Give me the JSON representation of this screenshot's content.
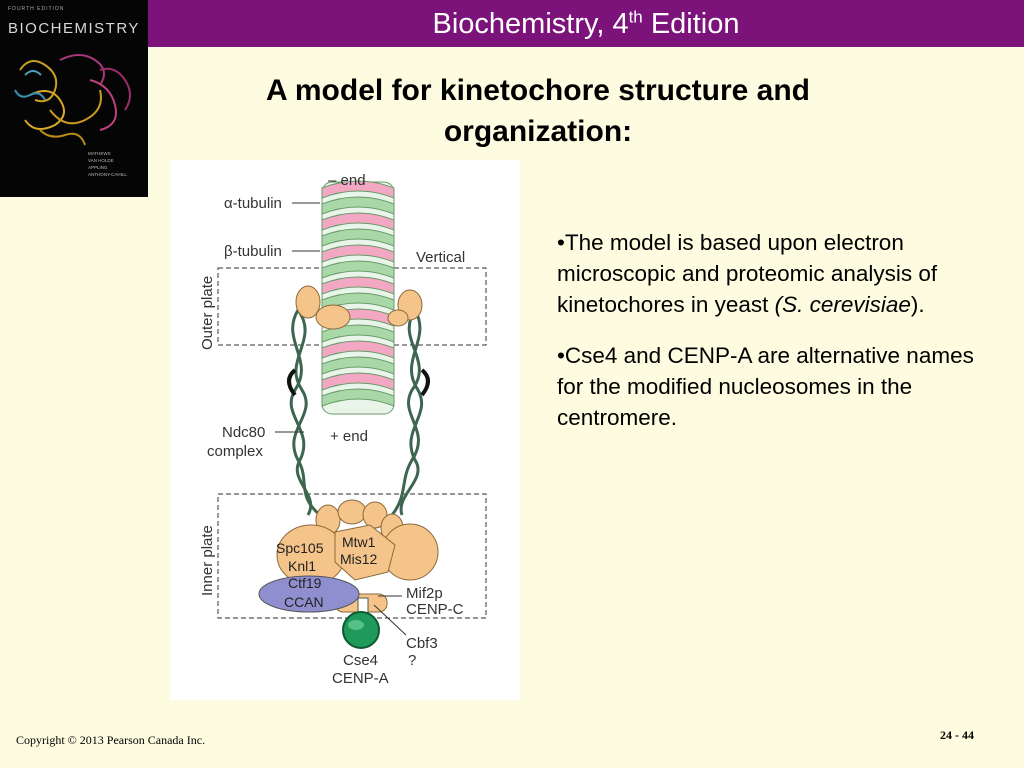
{
  "header": {
    "title": "Biochemistry, 4",
    "title_sup": "th",
    "title_suffix": " Edition",
    "bar_color": "#7b137b"
  },
  "cover": {
    "edition": "FOURTH EDITION",
    "title": "BIOCHEMISTRY",
    "authors": [
      "MATHEWS",
      "VAN HOLDE",
      "APPLING",
      "ANTHONY-CAHILL"
    ]
  },
  "slide": {
    "title_line1": "A model for kinetochore structure and",
    "title_line2": "organization:"
  },
  "figure": {
    "labels": {
      "minus_end": "– end",
      "alpha_tubulin": "α-tubulin",
      "beta_tubulin": "β-tubulin",
      "vertical": "Vertical",
      "outer_plate": "Outer plate",
      "ndc80_line1": "Ndc80",
      "ndc80_line2": "complex",
      "plus_end": "+ end",
      "inner_plate": "Inner plate",
      "spc105": "Spc105",
      "knl1": "Knl1",
      "mtw1": "Mtw1",
      "mis12": "Mis12",
      "ctf19": "Ctf19",
      "ccan": "CCAN",
      "mif2p": "Mif2p",
      "cenp_c": "CENP-C",
      "cbf3": "Cbf3",
      "question": "?",
      "cse4": "Cse4",
      "cenp_a": "CENP-A"
    },
    "colors": {
      "alpha_stripe": "#f2a7c2",
      "beta_stripe": "#a9d8a8",
      "protein": "#f5c48a",
      "ccan": "#8f8fd0",
      "nucleosome": "#1f9a5a",
      "strand": "#3d6650"
    }
  },
  "bullets": {
    "b1_text": "•The model is based upon electron microscopic and proteomic analysis of kinetochores in yeast ",
    "b1_italic_open": "(S. cerevisiae",
    "b1_close": ").",
    "b2_text": "•Cse4 and CENP-A are alternative names for the modified nucleosomes in the centromere."
  },
  "footer": {
    "copyright": "Copyright © 2013 Pearson Canada Inc.",
    "page": "24 - 44"
  }
}
